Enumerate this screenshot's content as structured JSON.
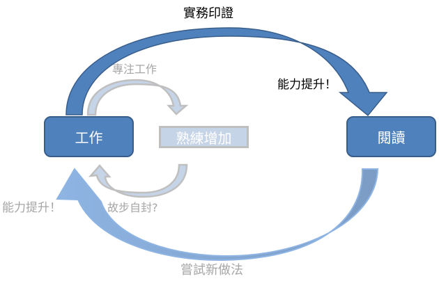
{
  "diagram": {
    "nodes": {
      "work": {
        "label": "工作"
      },
      "proficiency": {
        "label": "熟練增加"
      },
      "reading": {
        "label": "閱讀"
      }
    },
    "edges": {
      "top_arc": {
        "label": "實務印證",
        "from": "work",
        "to": "reading"
      },
      "top_arc_note": {
        "label": "能力提升！"
      },
      "bottom_arc": {
        "label": "嘗試新做法",
        "from": "reading",
        "to": "work"
      },
      "bottom_arc_note": {
        "label": "能力提升！"
      },
      "inner_top": {
        "label": "專注工作",
        "from": "work",
        "to": "proficiency"
      },
      "inner_bottom": {
        "label": "故步自封?",
        "from": "proficiency",
        "to": "work"
      }
    },
    "colors": {
      "dark_blue": "#4f81bd",
      "dark_blue_edge": "#385d8a",
      "light_blue": "#8eb4e3",
      "faded_fill": "#c6d4e8",
      "faded_edge": "#bfbfbf",
      "label_dark": "#000000",
      "label_gray": "#a6a6a6"
    }
  }
}
